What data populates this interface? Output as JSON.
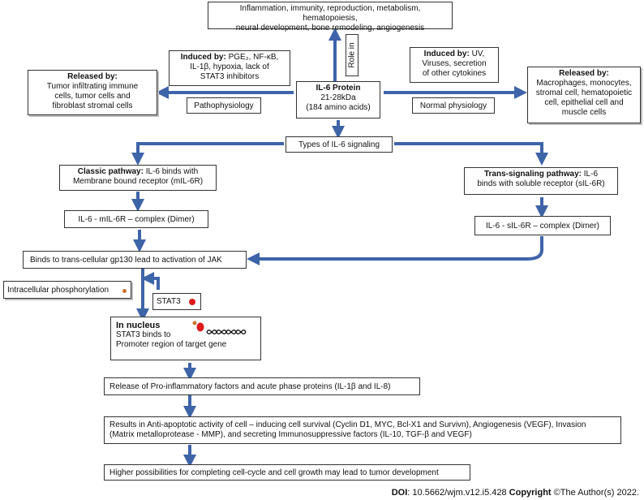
{
  "roles": {
    "line1": "Inflammation, immunity, reproduction, metabolism, hematopoiesis,",
    "line2": "neural development, bone remodeling, angiogenesis"
  },
  "role_label": "Role in",
  "induced_left": {
    "bold": "Induced by:",
    "line1": " PGE₂, NF-κB,",
    "line2": "IL-1β, hypoxia, lack of",
    "line3": "STAT3 inhibitors"
  },
  "induced_right": {
    "bold": "Induced by:",
    "line1": " UV,",
    "line2": "Viruses, secretion",
    "line3": "of other cytokines"
  },
  "released_left": {
    "title": "Released by:",
    "line1": "Tumor infiltrating immune",
    "line2": "cells, tumor cells and",
    "line3": "fibroblast stromal cells"
  },
  "released_right": {
    "title": "Released by:",
    "line1": "Macrophages, monocytes,",
    "line2": "stromal cell, hematopoietic",
    "line3": "cell, epithelial cell and",
    "line4": "muscle cells"
  },
  "protein": {
    "title": "IL-6 Protein",
    "line1": "21-28kDa",
    "line2": "(184 amino acids)"
  },
  "pathophysiology": "Pathophysiology",
  "normal_physiology": "Normal physiology",
  "types": "Types of IL-6 signaling",
  "classic": {
    "bold": "Classic pathway:",
    "line1": " IL-6 binds with",
    "line2": "Membrane bound receptor (mIL-6R)"
  },
  "trans": {
    "bold": "Trans-signaling pathway:",
    "line1": "  IL-6",
    "line2": "binds with soluble receptor (sIL-6R)"
  },
  "classic_complex": "IL-6 - mIL-6R – complex (Dimer)",
  "trans_complex": "IL-6 - sIL-6R – complex (Dimer)",
  "gp130": "Binds to trans-cellular gp130 lead to activation of JAK",
  "phosphorylation": "Intracellular phosphorylation",
  "stat3": "STAT3",
  "nucleus": {
    "title": "In nucleus",
    "line1": "STAT3 binds to",
    "line2": "Promoter region of target gene"
  },
  "release": "Release of Pro-inflammatory factors and acute phase proteins (IL-1β and IL-8)",
  "results": {
    "line1": "Results in Anti-apoptotic activity of cell – inducing cell survival (Cyclin D1, MYC, Bcl-X1 and Survivn), Angiogenesis (VEGF), Invasion",
    "line2": "(Matrix metalloprotease - MMP), and secreting Immunosuppressive factors (IL-10, TGF-β and VEGF)"
  },
  "higher": "Higher possibilities for completing cell-cycle and cell growth may lead to tumor development",
  "footer": {
    "doi_label": "DOI",
    "doi_value": ": 10.5662/wjm.v12.i5.428 ",
    "copyright_label": "Copyright",
    "copyright_value": " ©The Author(s) 2022."
  },
  "colors": {
    "arrow": "#3e64a8",
    "phospho_dot": "#c8742d",
    "stat3_dot": "#e01b1b"
  }
}
